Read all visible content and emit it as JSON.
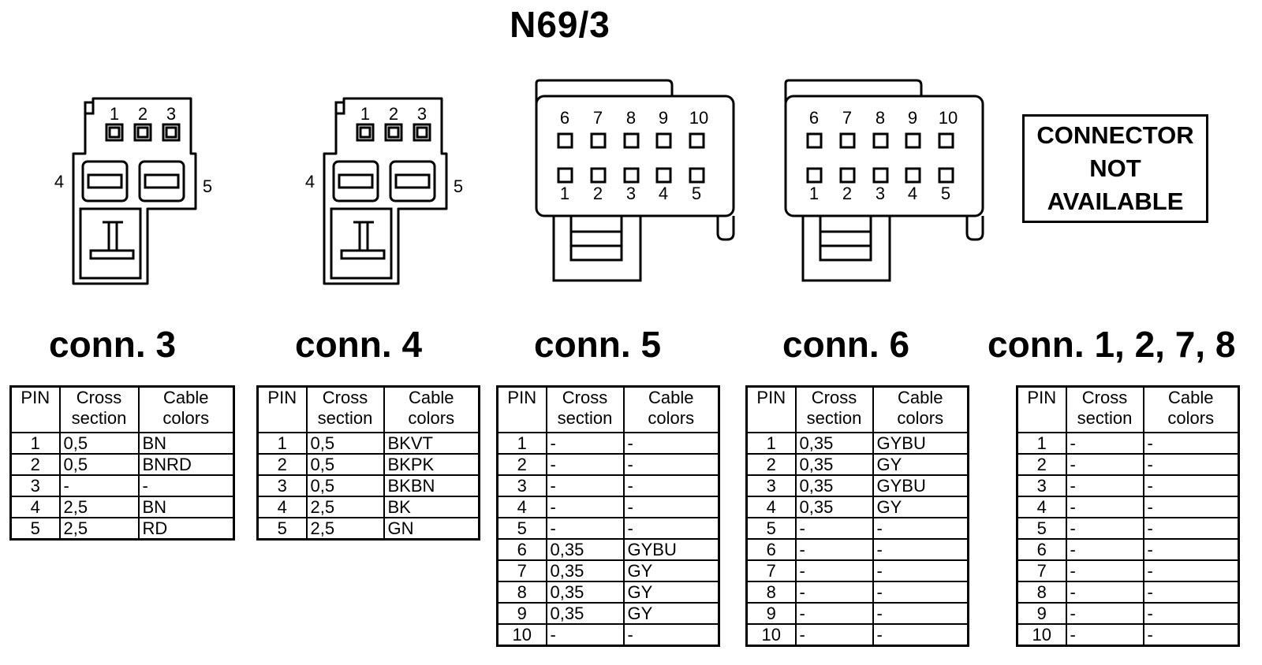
{
  "title": "N69/3",
  "not_available_box": {
    "line1": "CONNECTOR",
    "line2": "NOT",
    "line3": "AVAILABLE"
  },
  "connectors": [
    {
      "label": "conn. 3",
      "diagram": {
        "top_pins": [
          "1",
          "2",
          "3"
        ],
        "left_pin": "4",
        "right_pin": "5"
      },
      "headers": [
        "PIN",
        "Cross section",
        "Cable colors"
      ],
      "rows": [
        [
          "1",
          "0,5",
          "BN"
        ],
        [
          "2",
          "0,5",
          "BNRD"
        ],
        [
          "3",
          "-",
          "-"
        ],
        [
          "4",
          "2,5",
          "BN"
        ],
        [
          "5",
          "2,5",
          "RD"
        ]
      ]
    },
    {
      "label": "conn. 4",
      "diagram": {
        "top_pins": [
          "1",
          "2",
          "3"
        ],
        "left_pin": "4",
        "right_pin": "5"
      },
      "headers": [
        "PIN",
        "Cross section",
        "Cable colors"
      ],
      "rows": [
        [
          "1",
          "0,5",
          "BKVT"
        ],
        [
          "2",
          "0,5",
          "BKPK"
        ],
        [
          "3",
          "0,5",
          "BKBN"
        ],
        [
          "4",
          "2,5",
          "BK"
        ],
        [
          "5",
          "2,5",
          "GN"
        ]
      ]
    },
    {
      "label": "conn. 5",
      "diagram": {
        "top_pins": [
          "6",
          "7",
          "8",
          "9",
          "10"
        ],
        "bottom_pins": [
          "1",
          "2",
          "3",
          "4",
          "5"
        ]
      },
      "headers": [
        "PIN",
        "Cross section",
        "Cable colors"
      ],
      "rows": [
        [
          "1",
          "-",
          "-"
        ],
        [
          "2",
          "-",
          "-"
        ],
        [
          "3",
          "-",
          "-"
        ],
        [
          "4",
          "-",
          "-"
        ],
        [
          "5",
          "-",
          "-"
        ],
        [
          "6",
          "0,35",
          "GYBU"
        ],
        [
          "7",
          "0,35",
          "GY"
        ],
        [
          "8",
          "0,35",
          "GY"
        ],
        [
          "9",
          "0,35",
          "GY"
        ],
        [
          "10",
          "-",
          "-"
        ]
      ]
    },
    {
      "label": "conn. 6",
      "diagram": {
        "top_pins": [
          "6",
          "7",
          "8",
          "9",
          "10"
        ],
        "bottom_pins": [
          "1",
          "2",
          "3",
          "4",
          "5"
        ]
      },
      "headers": [
        "PIN",
        "Cross section",
        "Cable colors"
      ],
      "rows": [
        [
          "1",
          "0,35",
          "GYBU"
        ],
        [
          "2",
          "0,35",
          "GY"
        ],
        [
          "3",
          "0,35",
          "GYBU"
        ],
        [
          "4",
          "0,35",
          "GY"
        ],
        [
          "5",
          "-",
          "-"
        ],
        [
          "6",
          "-",
          "-"
        ],
        [
          "7",
          "-",
          "-"
        ],
        [
          "8",
          "-",
          "-"
        ],
        [
          "9",
          "-",
          "-"
        ],
        [
          "10",
          "-",
          "-"
        ]
      ]
    },
    {
      "label": "conn. 1, 2, 7, 8",
      "headers": [
        "PIN",
        "Cross section",
        "Cable colors"
      ],
      "rows": [
        [
          "1",
          "-",
          "-"
        ],
        [
          "2",
          "-",
          "-"
        ],
        [
          "3",
          "-",
          "-"
        ],
        [
          "4",
          "-",
          "-"
        ],
        [
          "5",
          "-",
          "-"
        ],
        [
          "6",
          "-",
          "-"
        ],
        [
          "7",
          "-",
          "-"
        ],
        [
          "8",
          "-",
          "-"
        ],
        [
          "9",
          "-",
          "-"
        ],
        [
          "10",
          "-",
          "-"
        ]
      ]
    }
  ]
}
